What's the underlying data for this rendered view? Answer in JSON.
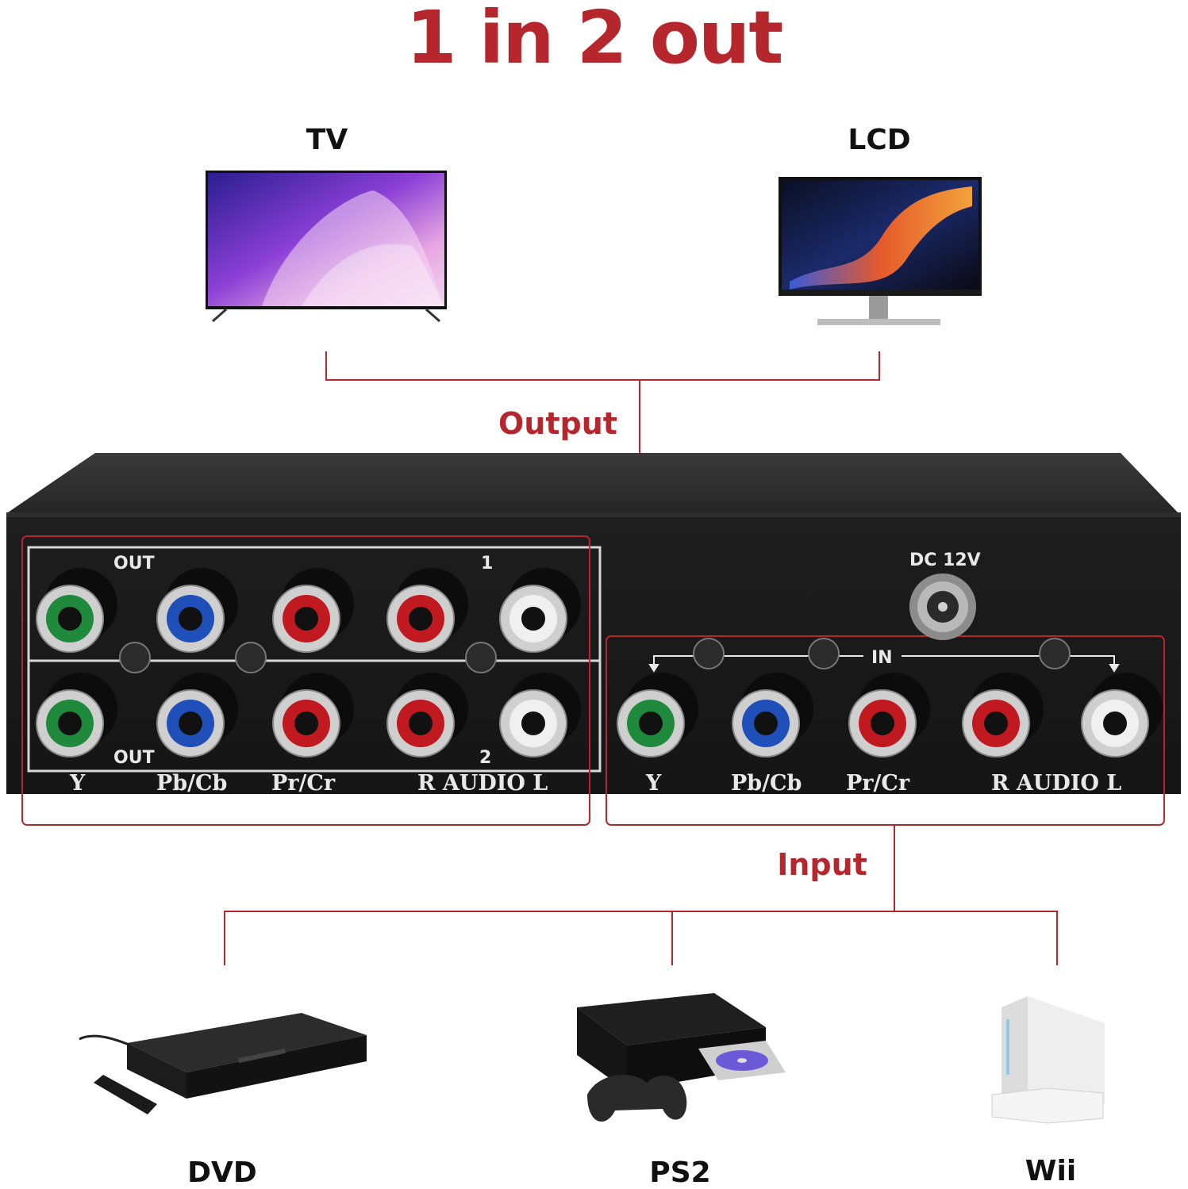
{
  "title": "1 in 2 out",
  "outputs": {
    "label": "Output",
    "devices": [
      {
        "name": "TV",
        "icon": "tv-icon"
      },
      {
        "name": "LCD",
        "icon": "monitor-icon"
      }
    ]
  },
  "inputs": {
    "label": "Input",
    "devices": [
      {
        "name": "DVD",
        "icon": "dvd-player-icon"
      },
      {
        "name": "PS2",
        "icon": "ps2-console-icon"
      },
      {
        "name": "Wii",
        "icon": "wii-console-icon"
      }
    ]
  },
  "panel": {
    "out_label": "OUT",
    "out1_number": "1",
    "out2_number": "2",
    "in_label": "IN",
    "power_label": "DC 12V",
    "port_labels": [
      "Y",
      "Pb/Cb",
      "Pr/Cr",
      "R AUDIO L"
    ],
    "port_colors": {
      "y": "#1f8a3b",
      "pb": "#1f4fb8",
      "pr": "#c0191f",
      "audio_r": "#c0191f",
      "audio_l": "#f0f0f0"
    }
  },
  "colors": {
    "accent": "#b5272d",
    "device_body": "#1b1b1b"
  }
}
